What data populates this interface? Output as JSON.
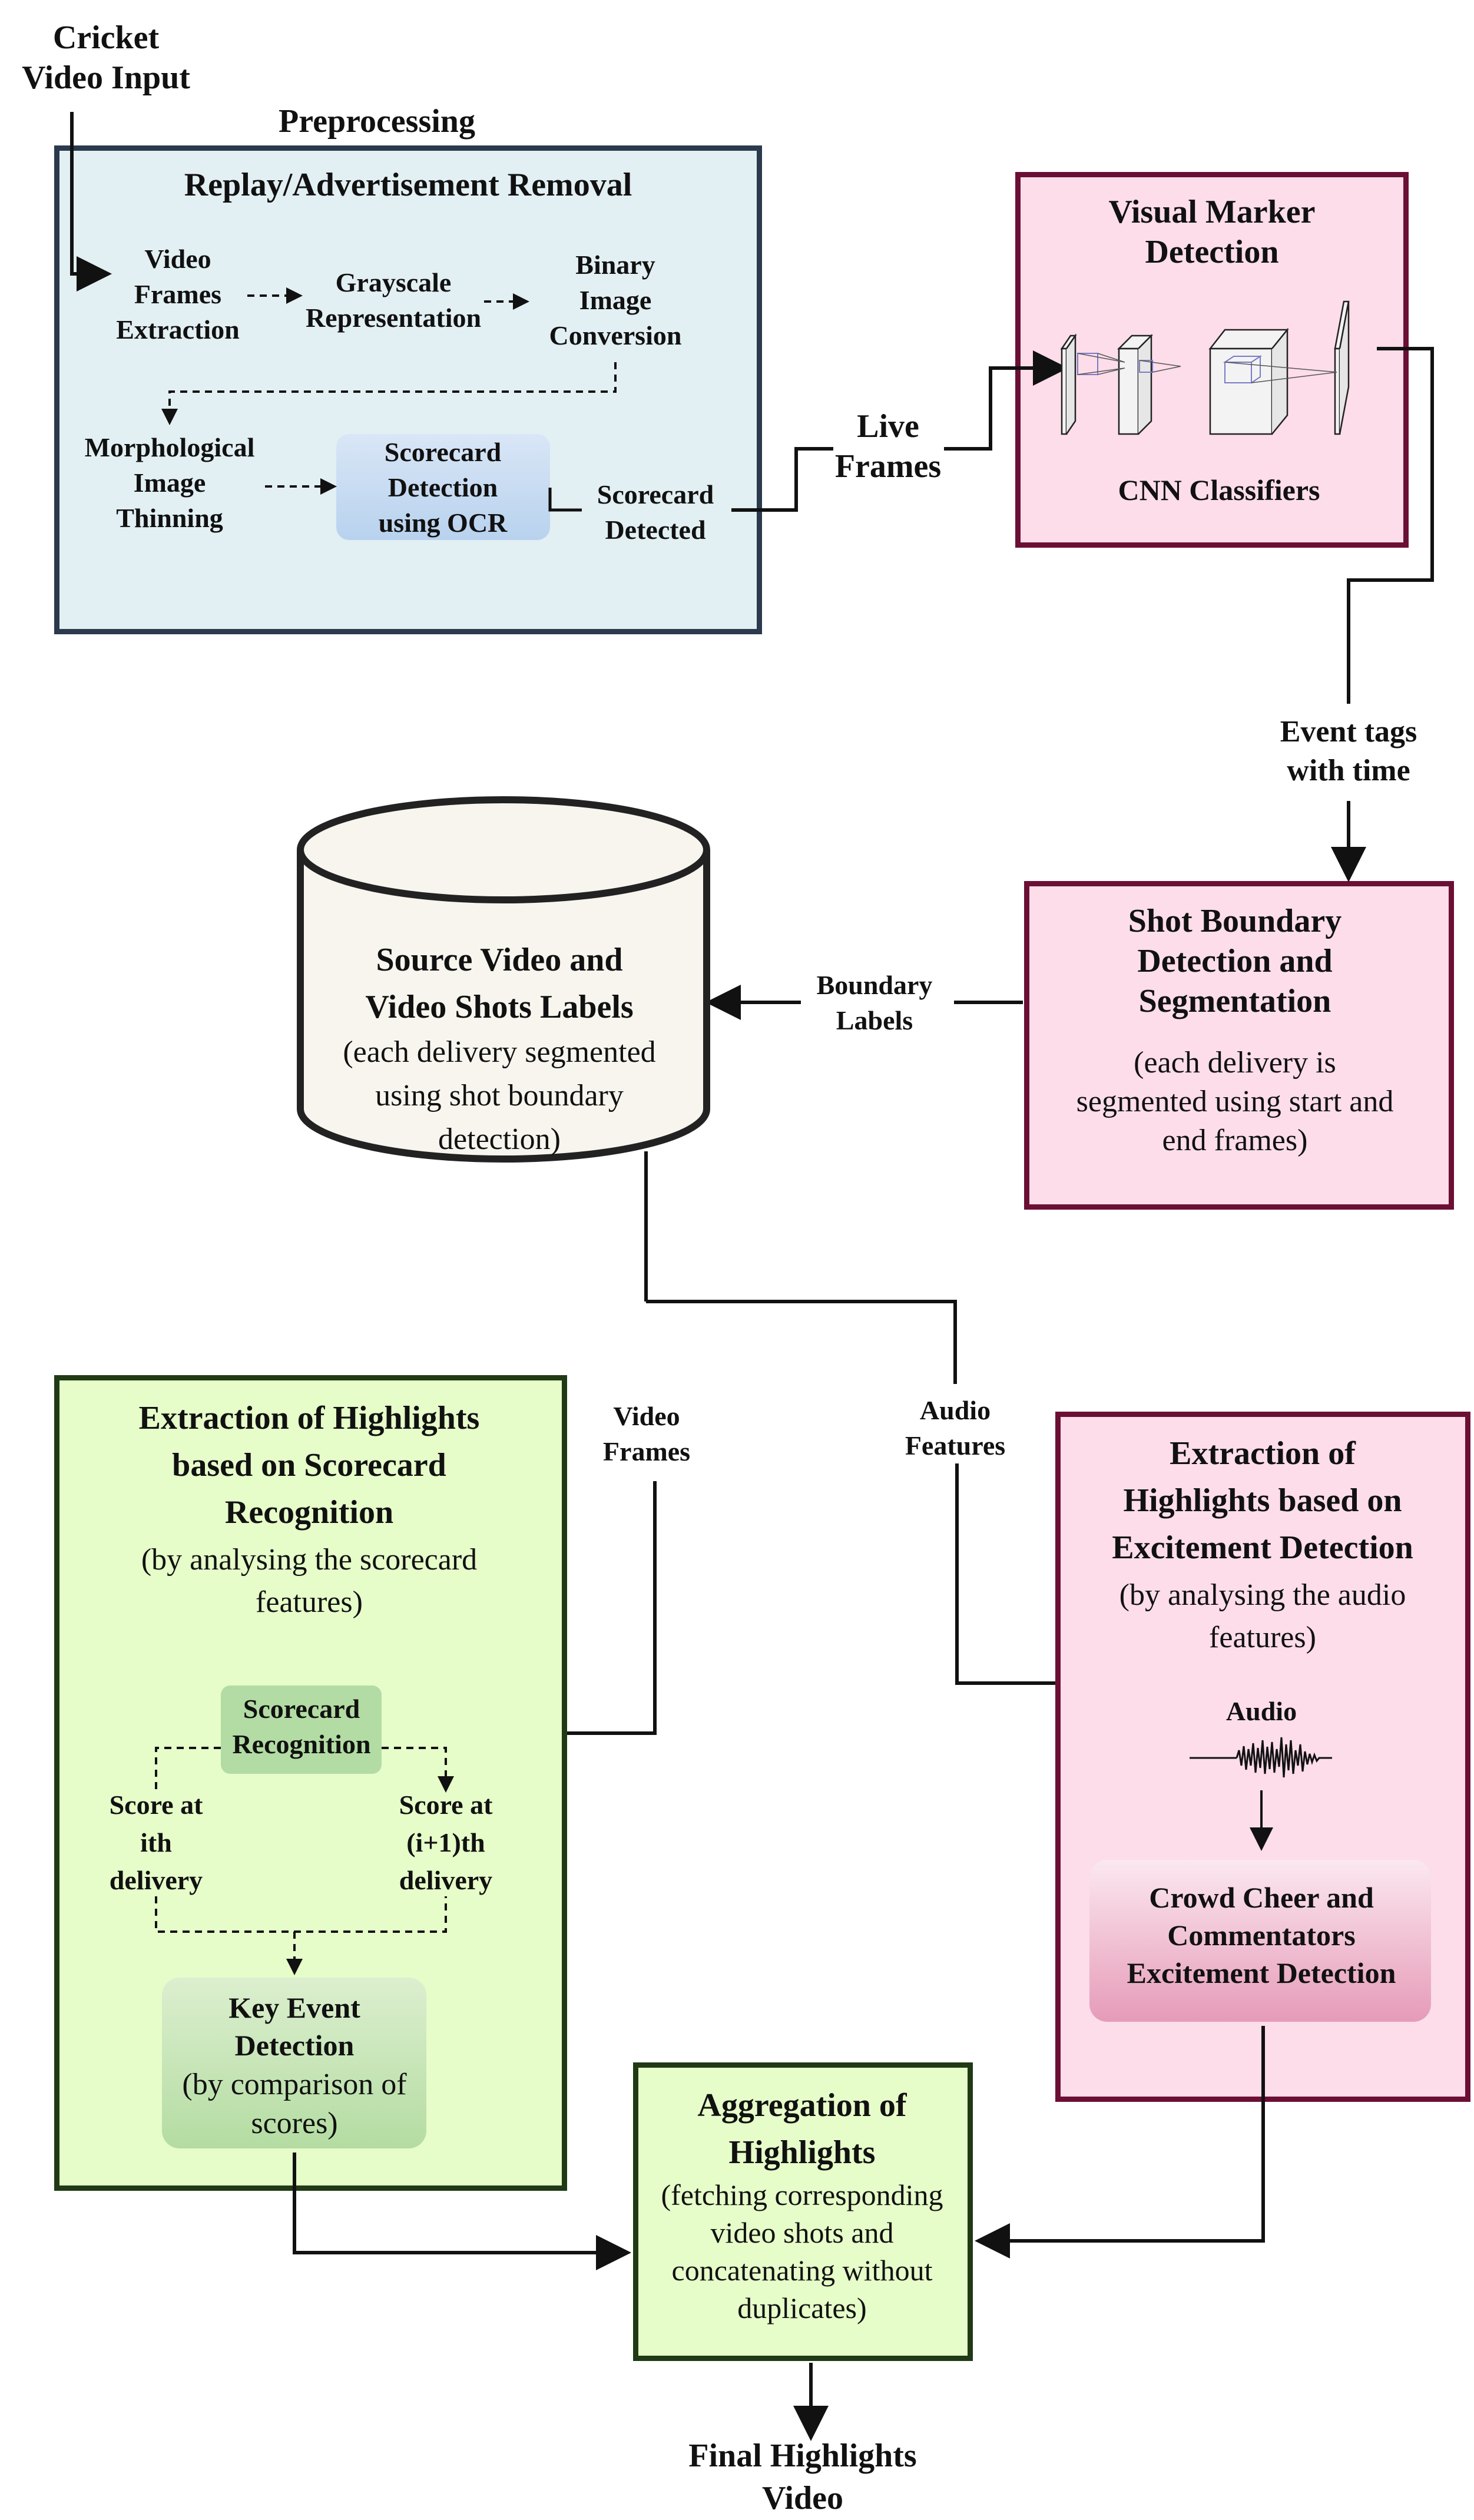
{
  "input_label": [
    "Cricket",
    "Video Input"
  ],
  "preprocessing": {
    "title": "Preprocessing",
    "box_title": "Replay/Advertisement Removal",
    "step_video_frames": [
      "Video",
      "Frames",
      "Extraction"
    ],
    "step_grayscale": [
      "Grayscale",
      "Representation"
    ],
    "step_binary": [
      "Binary",
      "Image",
      "Conversion"
    ],
    "step_morph": [
      "Morphological",
      "Image",
      "Thinning"
    ],
    "step_ocr": [
      "Scorecard",
      "Detection",
      "using OCR"
    ],
    "scorecard_detected": [
      "Scorecard",
      "Detected"
    ]
  },
  "live_frames": [
    "Live",
    "Frames"
  ],
  "visual_marker": {
    "title": [
      "Visual Marker",
      "Detection"
    ],
    "caption": "CNN Classifiers"
  },
  "event_tags": [
    "Event tags",
    "with time"
  ],
  "shot_boundary": {
    "title": [
      "Shot Boundary",
      "Detection and",
      "Segmentation"
    ],
    "desc": [
      "(each delivery is",
      "segmented using start and",
      "end frames)"
    ]
  },
  "boundary_labels": [
    "Boundary",
    "Labels"
  ],
  "source_db": {
    "title": [
      "Source Video and",
      "Video Shots Labels"
    ],
    "desc": [
      "(each delivery segmented",
      "using shot boundary",
      "detection)"
    ]
  },
  "video_frames_label": [
    "Video",
    "Frames"
  ],
  "audio_features_label": [
    "Audio",
    "Features"
  ],
  "scorecard_extraction": {
    "title": [
      "Extraction of Highlights",
      "based on Scorecard",
      "Recognition"
    ],
    "desc": [
      "(by analysing the scorecard",
      "features)"
    ],
    "recognition": [
      "Scorecard",
      "Recognition"
    ],
    "score_i": [
      "Score at",
      "ith",
      "delivery"
    ],
    "score_i1": [
      "Score at",
      "(i+1)th",
      "delivery"
    ],
    "key_event_title": [
      "Key Event",
      "Detection"
    ],
    "key_event_desc": [
      "(by comparison of",
      "scores)"
    ]
  },
  "excitement_extraction": {
    "title": [
      "Extraction of",
      "Highlights based on",
      "Excitement Detection"
    ],
    "desc": [
      "(by analysing the audio",
      "features)"
    ],
    "audio_label": "Audio",
    "detector": [
      "Crowd Cheer and",
      "Commentators",
      "Excitement Detection"
    ]
  },
  "aggregation": {
    "title": [
      "Aggregation of",
      "Highlights"
    ],
    "desc": [
      "(fetching corresponding",
      "video shots  and",
      "concatenating without",
      "duplicates)"
    ]
  },
  "output_label": [
    "Final Highlights",
    "Video"
  ],
  "colors": {
    "preproc_fill": "#e2eff3",
    "preproc_border": "#2b3a4d",
    "pink_fill": "#fcdde9",
    "pink_border": "#6b0f35",
    "green_fill": "#e6fcc9",
    "green_border": "#1f3a14",
    "db_fill": "#f7f5ee"
  }
}
